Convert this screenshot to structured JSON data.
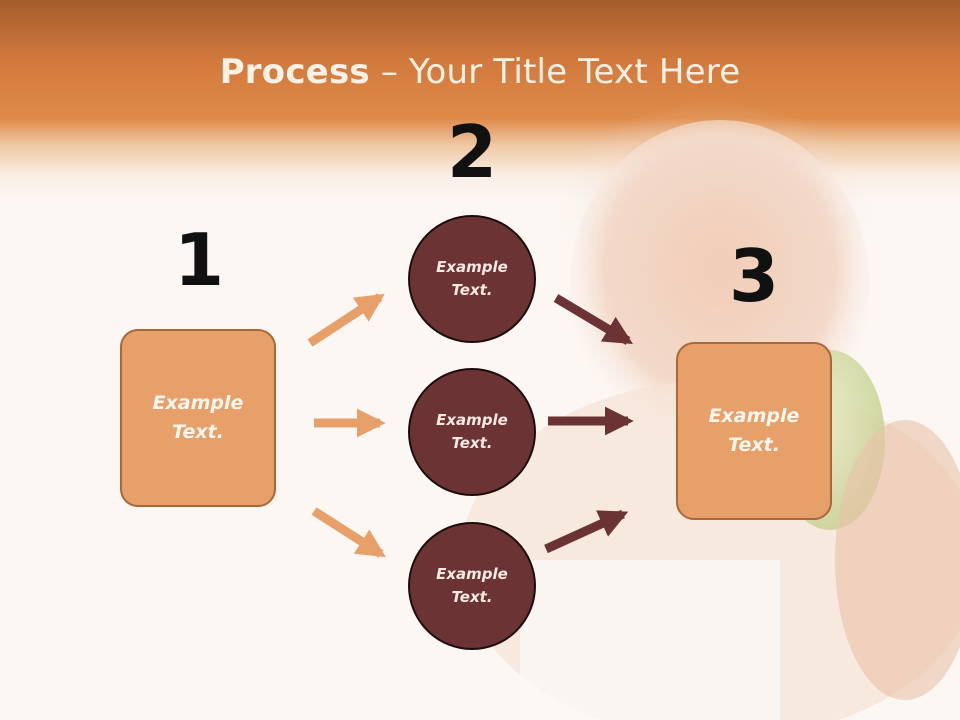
{
  "title": {
    "strong": "Process",
    "rest": " – Your Title Text Here"
  },
  "steps": {
    "one": "1",
    "two": "2",
    "three": "3"
  },
  "box_left": {
    "line1": "Example",
    "line2": "Text."
  },
  "box_right": {
    "line1": "Example",
    "line2": "Text."
  },
  "circles": [
    {
      "line1": "Example",
      "line2": "Text."
    },
    {
      "line1": "Example",
      "line2": "Text."
    },
    {
      "line1": "Example",
      "line2": "Text."
    }
  ],
  "colors": {
    "header": "#d1793d",
    "box_fill": "#e8a06a",
    "box_border": "#a9683a",
    "circle_fill": "#6b3333",
    "arrow_light": "#e8a06a",
    "arrow_dark": "#6b3333"
  }
}
